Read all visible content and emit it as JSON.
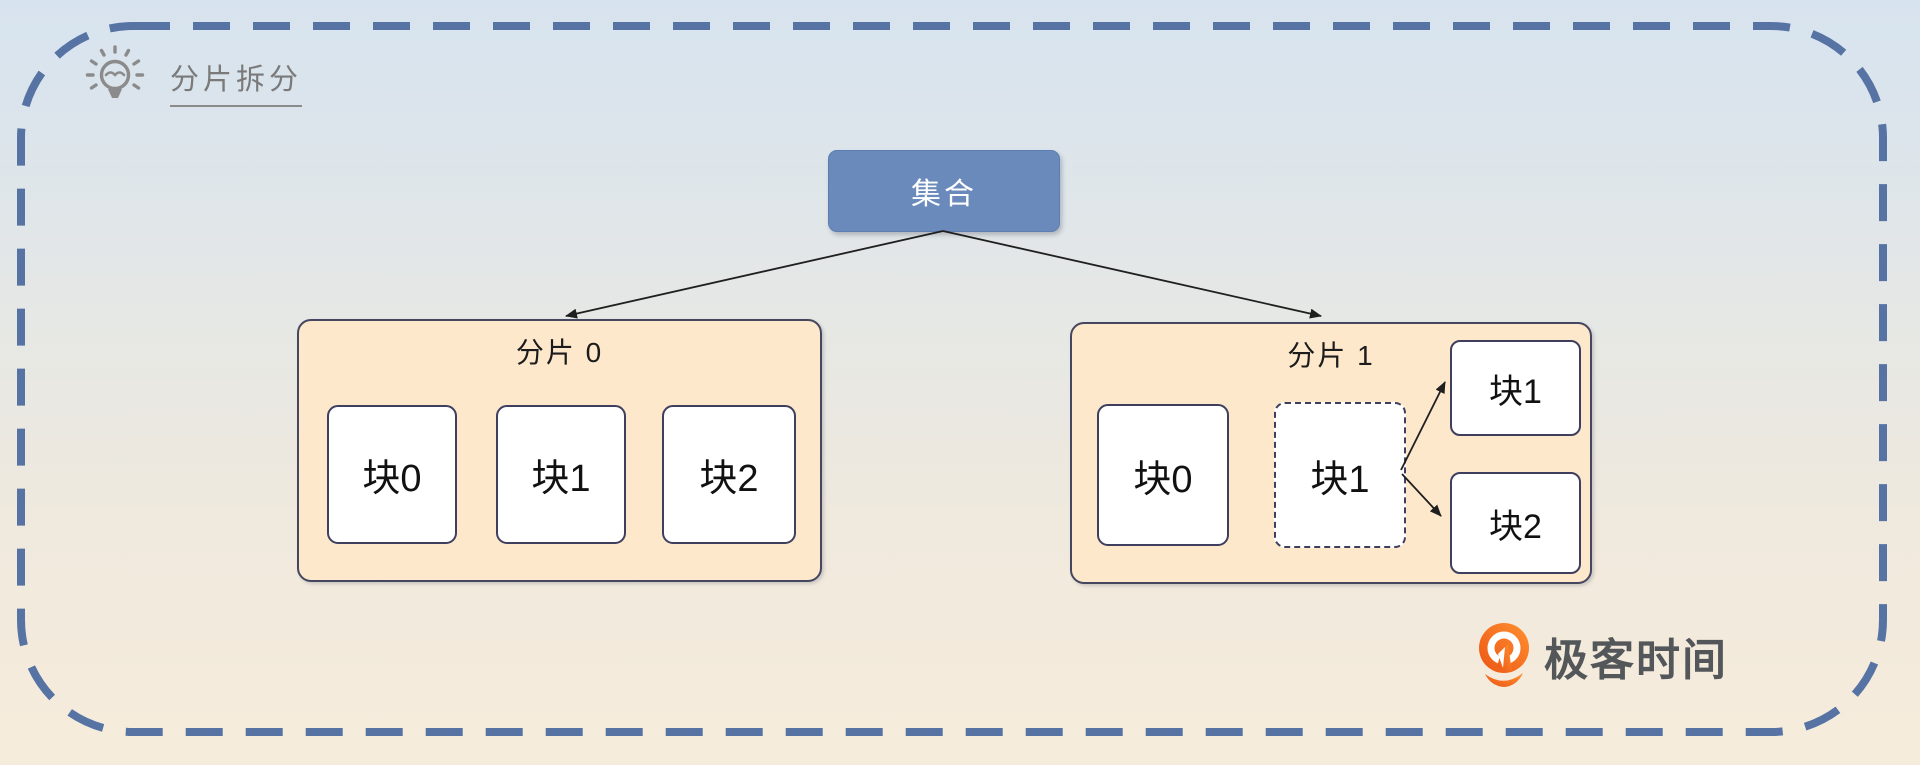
{
  "header": {
    "title": "分片拆分"
  },
  "diagram": {
    "collection": {
      "label": "集合"
    },
    "shard0": {
      "label": "分片 0",
      "chunks": [
        {
          "label": "块0"
        },
        {
          "label": "块1"
        },
        {
          "label": "块2"
        }
      ]
    },
    "shard1": {
      "label": "分片 1",
      "chunk0": {
        "label": "块0"
      },
      "splitting_chunk": {
        "label": "块1"
      },
      "split_results": [
        {
          "label": "块1"
        },
        {
          "label": "块2"
        }
      ]
    }
  },
  "branding": {
    "logo_text": "极客时间"
  },
  "colors": {
    "frame_dash": "#5673a4",
    "background_top": "#d7e3ef",
    "background_bottom": "#f6ecdc",
    "collection_fill": "#6b8abc",
    "shard_fill": "#fde8cc",
    "shard_border": "#45465f",
    "chunk_border": "#3e3f5e",
    "arrow": "#1f1f1f",
    "title_gray": "#7a7a7a",
    "logo_orange": "#f2691d",
    "logo_text_color": "#53575a"
  }
}
